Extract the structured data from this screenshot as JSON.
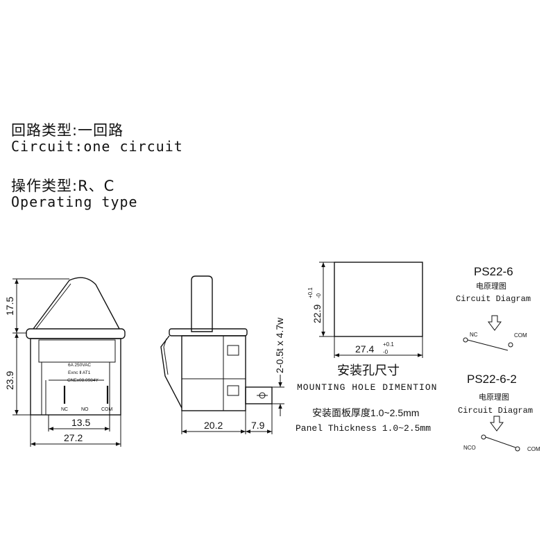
{
  "header": {
    "circuit_type_cn": "回路类型:一回路",
    "circuit_type_en": "Circuit:one circuit",
    "operating_type_cn": "操作类型:R、C",
    "operating_type_en": "Operating type"
  },
  "front_view": {
    "dim_top_height": "17.5",
    "dim_body_height": "23.9",
    "dim_terminal_spacing": "13.5",
    "dim_width": "27.2",
    "rating_text": "6A 250VAC",
    "exd_text": "Exnc Ⅱ AT1",
    "cert_text": "CNEx08.0984Y",
    "terminal_nc": "NC",
    "terminal_no": "NO",
    "terminal_com": "COM"
  },
  "side_view": {
    "dim_depth": "20.2",
    "dim_terminal_length": "7.9",
    "dim_terminal_size": "2-0.5t x 4.7w"
  },
  "mounting_hole": {
    "dim_height": "22.9",
    "dim_height_tol_upper": "+0.1",
    "dim_height_tol_lower": "-0",
    "dim_width": "27.4",
    "dim_width_tol_upper": "+0.1",
    "dim_width_tol_lower": "-0",
    "label_cn": "安装孔尺寸",
    "label_en": "MOUNTING HOLE DIMENTION",
    "panel_cn": "安装面板厚度1.0~2.5mm",
    "panel_en": "Panel Thickness 1.0~2.5mm"
  },
  "circuit_1": {
    "model": "PS22-6",
    "label_cn": "电原理图",
    "label_en": "Circuit Diagram",
    "terminal_left": "NC",
    "terminal_right": "COM"
  },
  "circuit_2": {
    "model": "PS22-6-2",
    "label_cn": "电原理图",
    "label_en": "Circuit Diagram",
    "terminal_left": "NCO",
    "terminal_right": "COM"
  }
}
